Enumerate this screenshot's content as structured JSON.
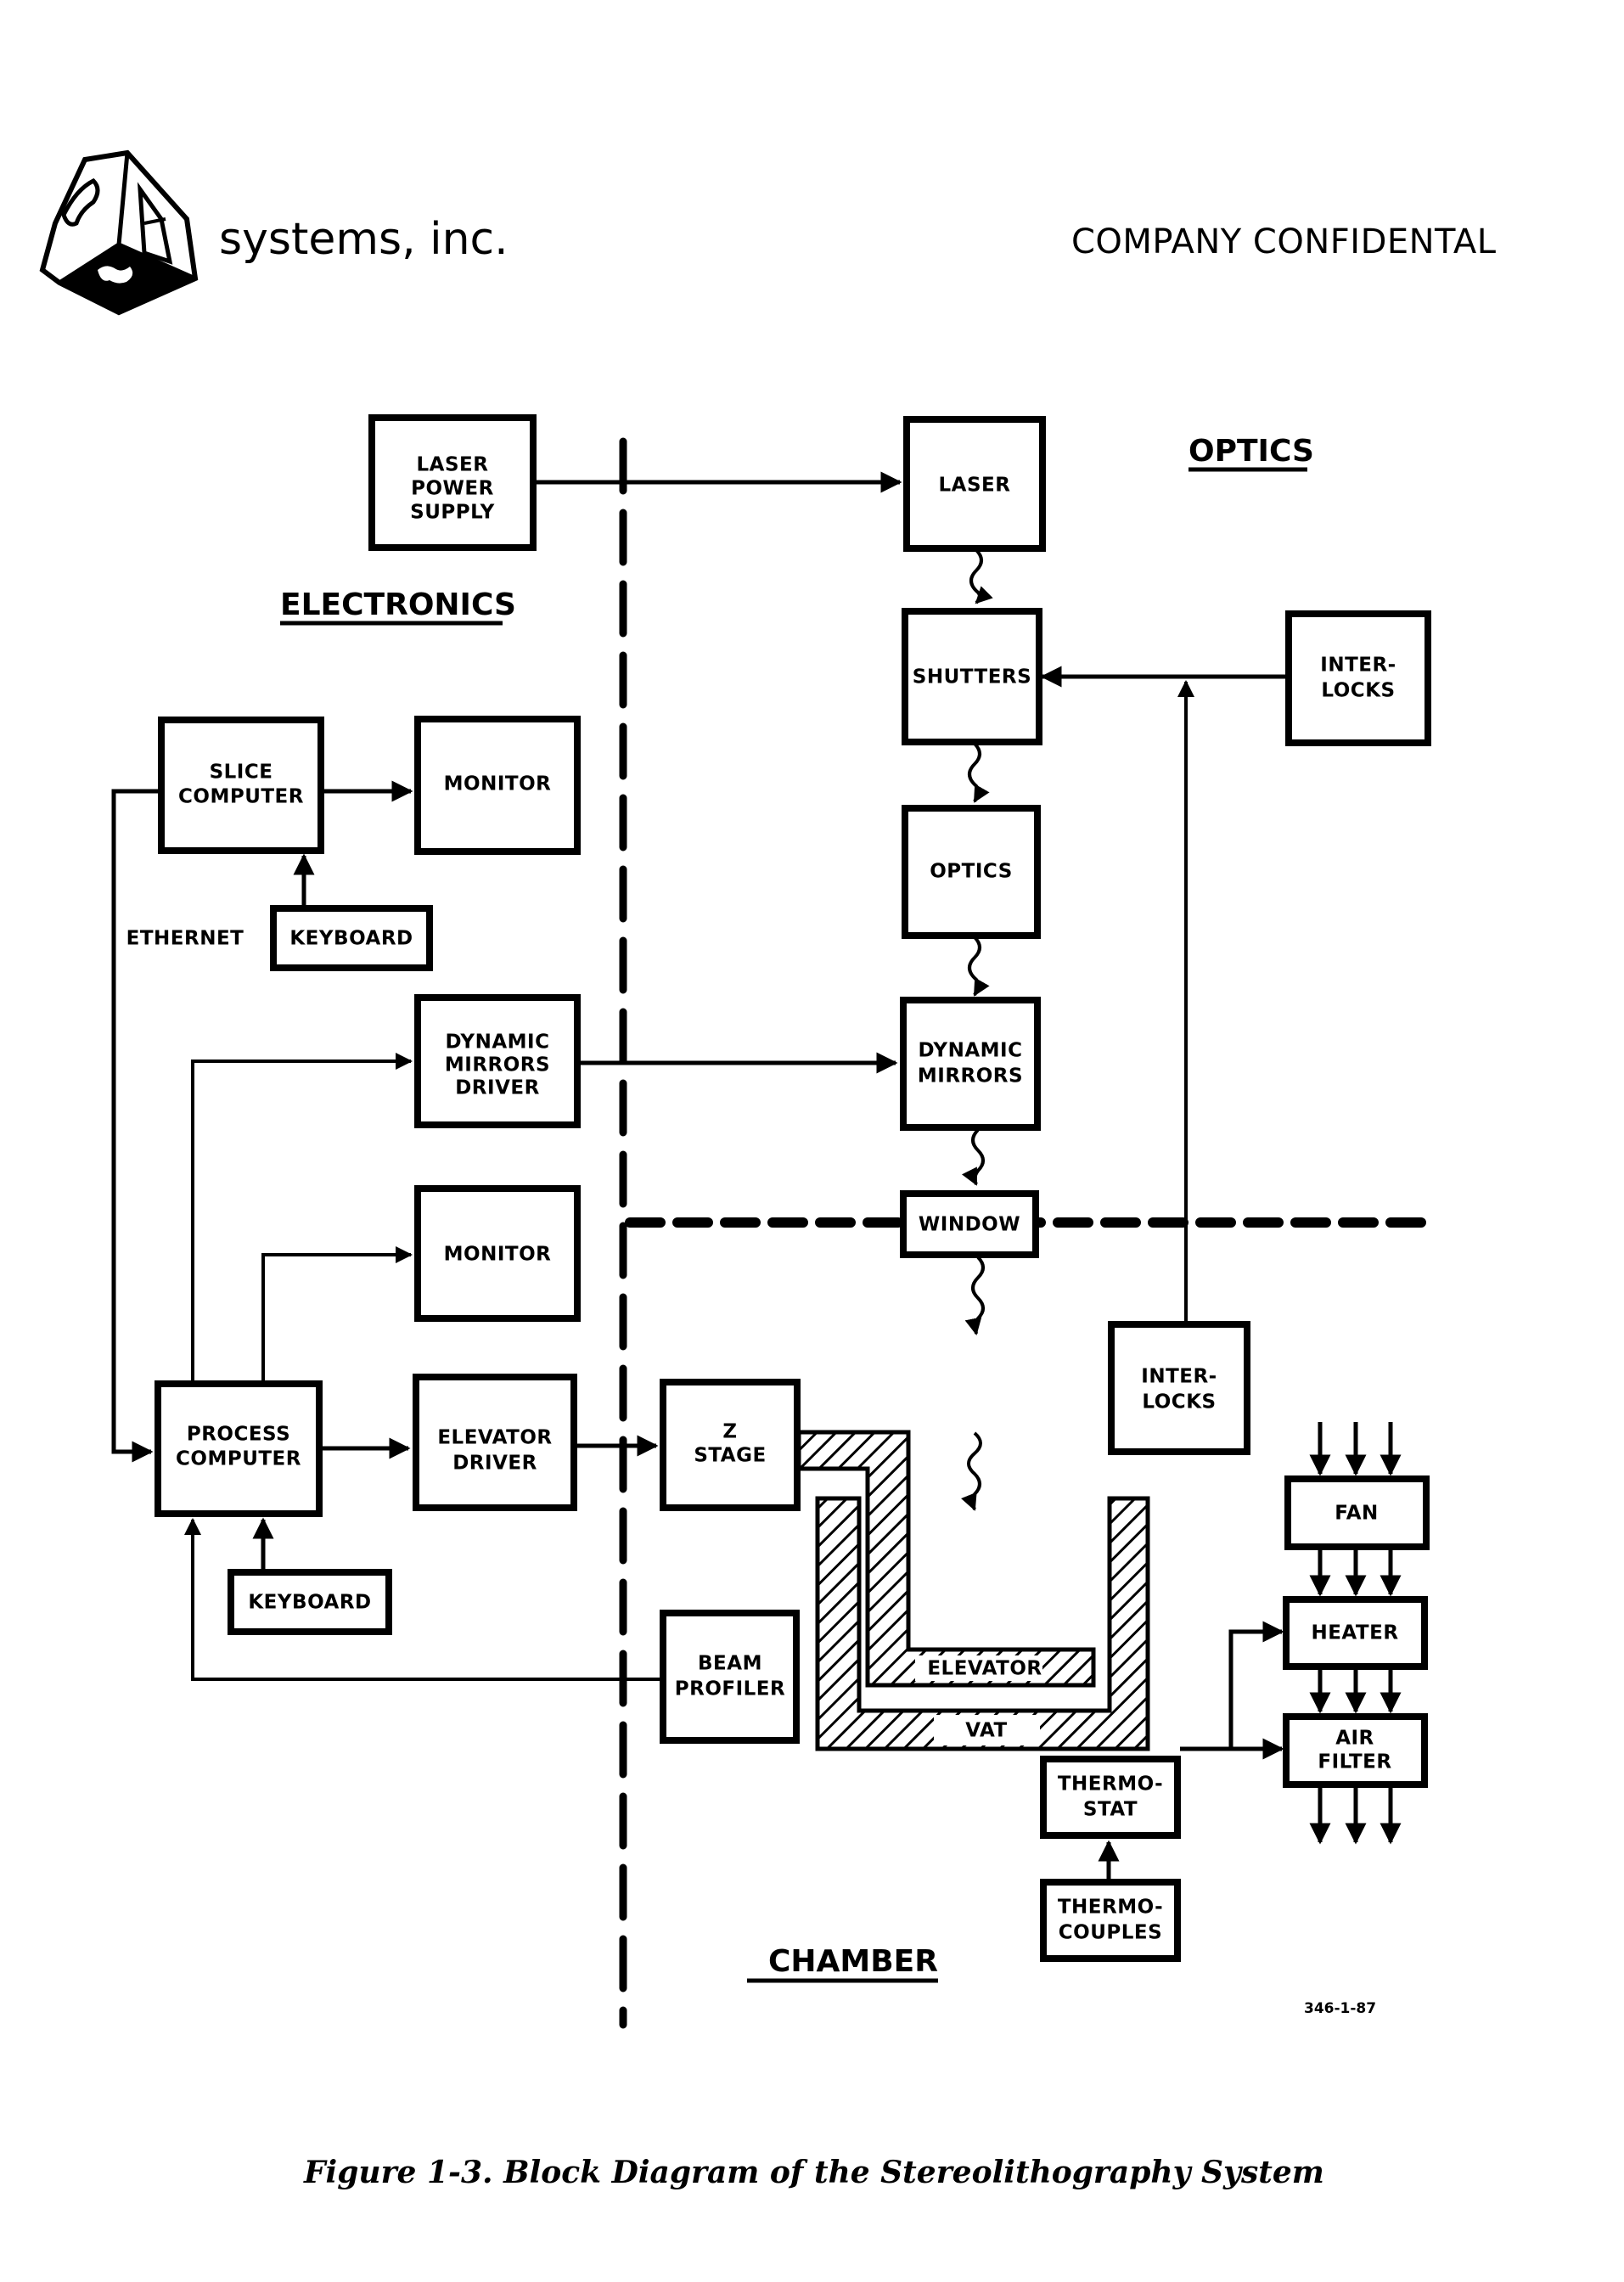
{
  "header": {
    "company_name": "systems, inc.",
    "logo_icon": "3d-systems-cube-logo",
    "confidentiality": "COMPANY CONFIDENTAL"
  },
  "sections": {
    "electronics": "ELECTRONICS",
    "optics": "OPTICS",
    "chamber": "CHAMBER"
  },
  "blocks": {
    "laser_power_supply": [
      "LASER",
      "POWER",
      "SUPPLY"
    ],
    "laser": [
      "LASER"
    ],
    "shutters": [
      "SHUTTERS"
    ],
    "interlocks_optics": [
      "INTER-",
      "LOCKS"
    ],
    "optics": [
      "OPTICS"
    ],
    "dynamic_mirrors": [
      "DYNAMIC",
      "MIRRORS"
    ],
    "window": [
      "WINDOW"
    ],
    "slice_computer": [
      "SLICE",
      "COMPUTER"
    ],
    "monitor_slice": [
      "MONITOR"
    ],
    "keyboard_slice": [
      "KEYBOARD"
    ],
    "dynamic_mirrors_driver": [
      "DYNAMIC",
      "MIRRORS",
      "DRIVER"
    ],
    "monitor_process": [
      "MONITOR"
    ],
    "process_computer": [
      "PROCESS",
      "COMPUTER"
    ],
    "elevator_driver": [
      "ELEVATOR",
      "DRIVER"
    ],
    "keyboard_process": [
      "KEYBOARD"
    ],
    "z_stage": [
      "Z",
      "STAGE"
    ],
    "beam_profiler": [
      "BEAM",
      "PROFILER"
    ],
    "interlocks_chamber": [
      "INTER-",
      "LOCKS"
    ],
    "fan": [
      "FAN"
    ],
    "heater": [
      "HEATER"
    ],
    "air_filter": [
      "AIR",
      "FILTER"
    ],
    "thermostat": [
      "THERMO-",
      "STAT"
    ],
    "thermocouples": [
      "THERMO-",
      "COUPLES"
    ],
    "elevator": [
      "ELEVATOR"
    ],
    "vat": [
      "VAT"
    ]
  },
  "link_labels": {
    "ethernet": "ETHERNET"
  },
  "connections": [
    {
      "from": "laser_power_supply",
      "to": "laser",
      "type": "arrow"
    },
    {
      "from": "laser",
      "to": "shutters",
      "type": "beam"
    },
    {
      "from": "shutters",
      "to": "optics",
      "type": "beam"
    },
    {
      "from": "optics",
      "to": "dynamic_mirrors",
      "type": "beam"
    },
    {
      "from": "dynamic_mirrors",
      "to": "window",
      "type": "beam"
    },
    {
      "from": "window",
      "to": "vat",
      "type": "beam"
    },
    {
      "from": "interlocks_optics",
      "to": "shutters",
      "type": "arrow"
    },
    {
      "from": "interlocks_chamber",
      "to": "shutters",
      "type": "arrow"
    },
    {
      "from": "slice_computer",
      "to": "monitor_slice",
      "type": "arrow"
    },
    {
      "from": "keyboard_slice",
      "to": "slice_computer",
      "type": "arrow"
    },
    {
      "from": "slice_computer",
      "to": "process_computer",
      "type": "ethernet"
    },
    {
      "from": "process_computer",
      "to": "dynamic_mirrors_driver",
      "type": "arrow"
    },
    {
      "from": "process_computer",
      "to": "monitor_process",
      "type": "arrow"
    },
    {
      "from": "process_computer",
      "to": "elevator_driver",
      "type": "arrow"
    },
    {
      "from": "keyboard_process",
      "to": "process_computer",
      "type": "arrow"
    },
    {
      "from": "beam_profiler",
      "to": "process_computer",
      "type": "arrow"
    },
    {
      "from": "dynamic_mirrors_driver",
      "to": "dynamic_mirrors",
      "type": "arrow"
    },
    {
      "from": "elevator_driver",
      "to": "z_stage",
      "type": "arrow"
    },
    {
      "from": "fan",
      "to": "heater",
      "type": "airflow"
    },
    {
      "from": "heater",
      "to": "air_filter",
      "type": "airflow"
    },
    {
      "from": "thermostat",
      "to": "heater",
      "type": "arrow"
    },
    {
      "from": "thermostat",
      "to": "air_filter",
      "type": "arrow"
    },
    {
      "from": "thermocouples",
      "to": "thermostat",
      "type": "arrow"
    }
  ],
  "drawing_code": "346-1-87",
  "caption": "Figure 1-3.  Block Diagram of the Stereolithography System"
}
